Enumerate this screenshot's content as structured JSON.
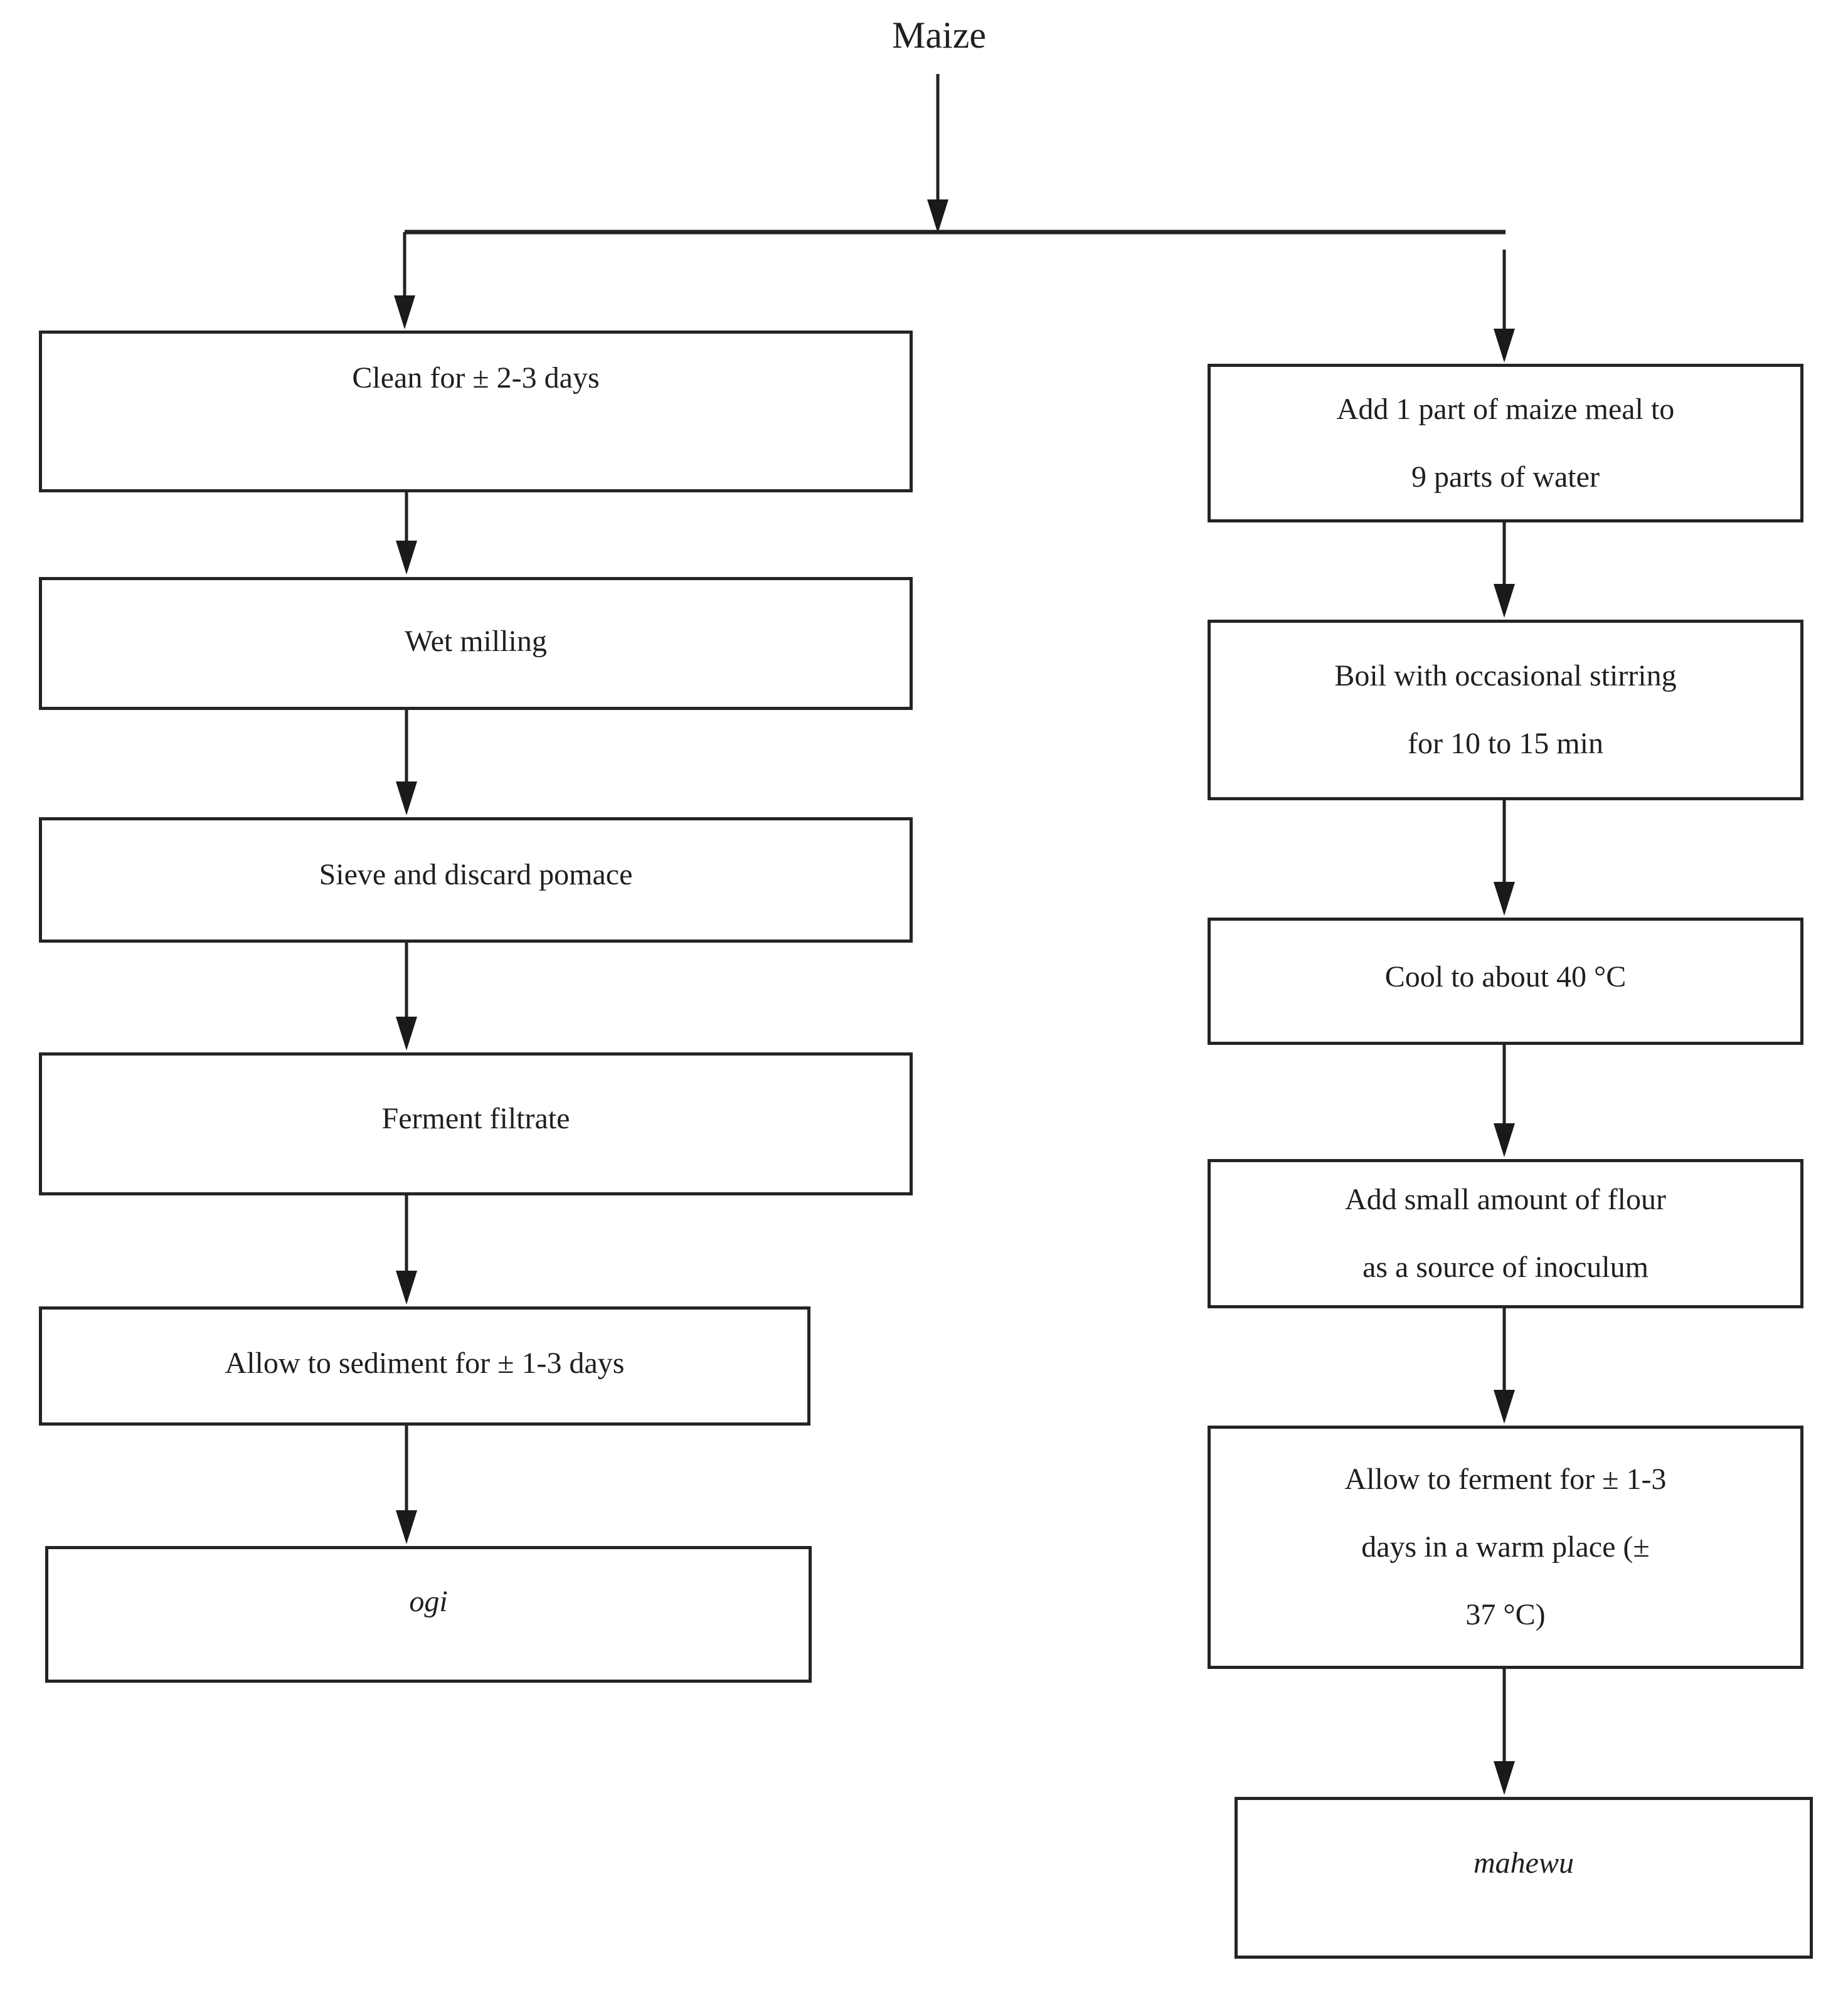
{
  "colors": {
    "ink": "#1f1f1f",
    "background": "#ffffff"
  },
  "flowchart": {
    "source_label": "Maize",
    "left_branch": {
      "steps": [
        {
          "lines": [
            "Clean for ± 2-3 days"
          ]
        },
        {
          "lines": [
            "Wet milling"
          ]
        },
        {
          "lines": [
            "Sieve and discard pomace"
          ]
        },
        {
          "lines": [
            "Ferment filtrate"
          ]
        },
        {
          "lines": [
            "Allow to sediment for ± 1-3 days"
          ]
        }
      ],
      "product": {
        "lines": [
          "ogi"
        ]
      }
    },
    "right_branch": {
      "steps": [
        {
          "lines": [
            "Add 1 part of maize meal to",
            "9 parts of water"
          ]
        },
        {
          "lines": [
            "Boil with occasional stirring",
            "for 10 to 15 min"
          ]
        },
        {
          "lines": [
            "Cool to about 40 °C"
          ]
        },
        {
          "lines": [
            "Add small amount of flour",
            "as a source of inoculum"
          ]
        },
        {
          "lines": [
            "Allow to ferment for ± 1-3",
            "days in a warm place (±",
            "37 °C)"
          ]
        }
      ],
      "product": {
        "lines": [
          "mahewu"
        ]
      }
    }
  }
}
